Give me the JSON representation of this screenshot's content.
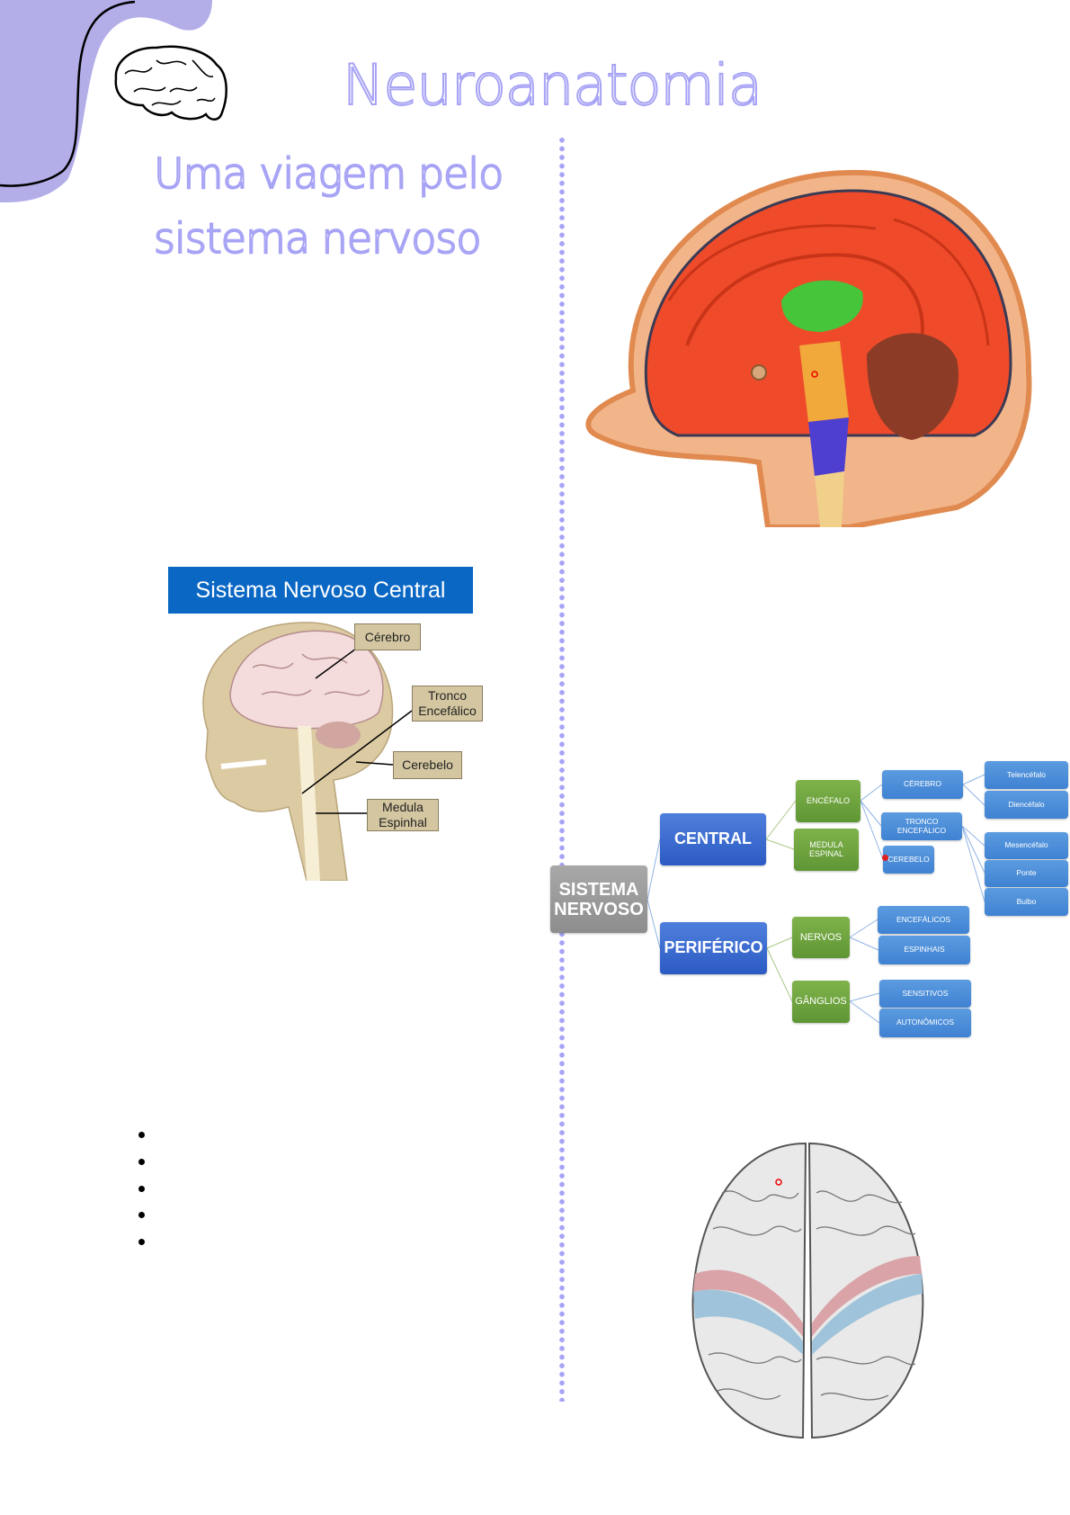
{
  "header": {
    "title": "Neuroanatomia",
    "subtitle_line1": "Uma viagem pelo",
    "subtitle_line2": "sistema nervoso"
  },
  "colors": {
    "accent": "#a7a3f5",
    "blob": "#b3aee8"
  },
  "snc_figure": {
    "title": "Sistema Nervoso Central",
    "labels": {
      "cerebro": "Cérebro",
      "tronco_l1": "Tronco",
      "tronco_l2": "Encefálico",
      "cerebelo": "Cerebelo",
      "medula_l1": "Medula",
      "medula_l2": "Espinhal"
    }
  },
  "mind_map": {
    "root_l1": "SISTEMA",
    "root_l2": "NERVOSO",
    "central": "CENTRAL",
    "periferico": "PERIFÉRICO",
    "encefalo": "ENCÉFALO",
    "medula_l1": "MEDULA",
    "medula_l2": "ESPINAL",
    "cerebro": "CÉREBRO",
    "tronco": "TRONCO ENCEFÁLICO",
    "cerebelo": "CEREBELO",
    "telencefalo": "Telencéfalo",
    "diencefalo": "Diencéfalo",
    "mesencefalo": "Mesencéfalo",
    "ponte": "Ponte",
    "bulbo": "Bulbo",
    "nervos": "NERVOS",
    "encefalicos": "ENCEFÁLICOS",
    "espinhais": "ESPINHAIS",
    "ganglios": "GÂNGLIOS",
    "sensitivos": "SENSITIVOS",
    "autonomicos": "AUTONÔMICOS"
  },
  "bullet_list": {
    "count": 5
  }
}
